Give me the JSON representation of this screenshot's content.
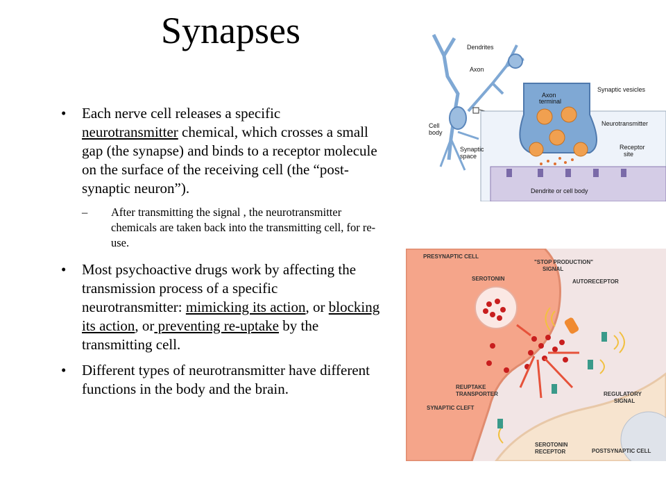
{
  "title": "Synapses",
  "bullets": {
    "b1": {
      "marker": "•",
      "text_before": "Each nerve cell releases a specific ",
      "link1": "neurotransmitter",
      "text_after": " chemical, which crosses a small gap (the synapse) and binds to a receptor molecule on the surface of the receiving cell (the “post-synaptic neuron”)."
    },
    "sub1": {
      "marker": "–",
      "text": "After transmitting the signal , the neurotransmitter chemicals are taken back into the transmitting cell, for re-use."
    },
    "b2": {
      "marker": "•",
      "t1": "Most psychoactive drugs work by affecting the transmission process of a specific neurotransmitter: ",
      "u1": "mimicking its action",
      "t2": ", or ",
      "u2": "blocking its action",
      "t3": ", or",
      "u3": " preventing re-uptake",
      "t4": " by the transmitting cell."
    },
    "b3": {
      "marker": "•",
      "text": "Different types of neurotransmitter have different functions in the body and the brain."
    }
  },
  "figure1": {
    "labels": {
      "dendrites": "Dendrites",
      "axon": "Axon",
      "cell_body_1": "Cell",
      "cell_body_2": "body",
      "synaptic_space_1": "Synaptic",
      "synaptic_space_2": "space",
      "axon_terminal_1": "Axon",
      "axon_terminal_2": "terminal",
      "synaptic_vesicles": "Synaptic vesicles",
      "neurotransmitter": "Neurotransmitter",
      "receptor_site_1": "Receptor",
      "receptor_site_2": "site",
      "dendrite_or_cell_body": "Dendrite or cell body"
    }
  },
  "figure2": {
    "labels": {
      "presynaptic_cell": "PRESYNAPTIC CELL",
      "stop_production_1": "\"STOP PRODUCTION\"",
      "stop_production_2": "SIGNAL",
      "serotonin": "SEROTONIN",
      "autoreceptor": "AUTORECEPTOR",
      "reuptake_1": "REUPTAKE",
      "reuptake_2": "TRANSPORTER",
      "synaptic_cleft": "SYNAPTIC CLEFT",
      "regulatory_1": "REGULATORY",
      "regulatory_2": "SIGNAL",
      "serotonin_receptor_1": "SEROTONIN",
      "serotonin_receptor_2": "RECEPTOR",
      "postsynaptic_cell": "POSTSYNAPTIC CELL"
    }
  },
  "colors": {
    "neuron_blue": "#7fa8d4",
    "vesicle_orange": "#f0a050",
    "membrane_purple": "#a898c8",
    "presynaptic_salmon": "#f5a58a",
    "postsynaptic_beige": "#f7e4cf",
    "serotonin_red": "#c81e1e"
  }
}
